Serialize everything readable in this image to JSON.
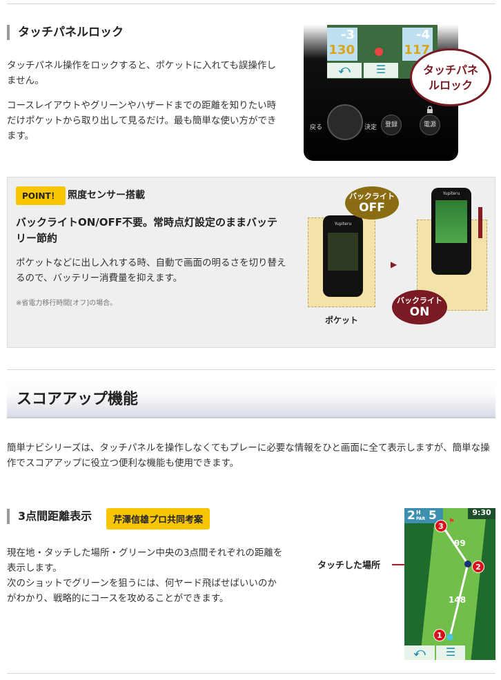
{
  "touch_lock": {
    "title": "タッチパネルロック",
    "p1": "タッチパネル操作をロックすると、ポケットに入れても誤操作しません。",
    "p2": "コースレイアウトやグリーンやハザードまでの距離を知りたい時だけポケットから取り出して見るだけ。最も簡単な使い方ができます。",
    "device": {
      "score_left": "-3",
      "dist_left": "130",
      "score_right": "-4",
      "dist_right": "117",
      "btn_back": "戻る",
      "btn_decide": "決定",
      "btn_register": "登録",
      "btn_power": "電源",
      "callout": "タッチパネルロック"
    }
  },
  "point": {
    "badge": "POINT！",
    "title": "照度センサー搭載",
    "headline": "バックライトON/OFF不要。常時点灯設定のままバッテリー節約",
    "body": "ポケットなどに出し入れする時、自動で画面の明るさを切り替えるので、バッテリー消費量を抑えます。",
    "note": "※省電力移行時間[オフ]の場合。",
    "illustration": {
      "off_label": "バックライト",
      "off_value": "OFF",
      "on_label": "バックライト",
      "on_value": "ON",
      "pocket": "ポケット",
      "brand": "Yupiteru"
    }
  },
  "scoreup": {
    "title": "スコアアップ機能",
    "intro": "簡単ナビシリーズは、タッチパネルを操作しなくてもプレーに必要な情報をひと画面に全て表示しますが、簡単な操作でスコアアップに役立つ便利な機能も使用できます。"
  },
  "three_point": {
    "title": "3点間距離表示",
    "badge": "芹澤信雄プロ共同考案",
    "body1": "現在地・タッチした場所・グリーン中央の3点間それぞれの距離を表示します。",
    "body2": "次のショットでグリーンを狙うには、何ヤード飛ばせばいいのかがわかり、戦略的にコースを攻めることができます。",
    "touch_label": "タッチした場所",
    "map": {
      "hole": "2",
      "hole_unit": "H",
      "par_label": "PAR",
      "par": "5",
      "time": "9:30",
      "dist_upper": "99",
      "dist_lower": "148",
      "markers": [
        "1",
        "2",
        "3"
      ]
    }
  }
}
